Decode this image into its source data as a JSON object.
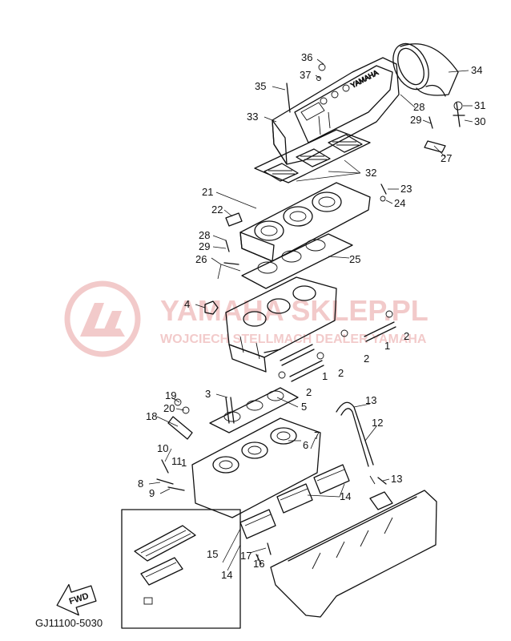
{
  "diagram_code": "GJ11100-5030",
  "fwd_label": "FWD",
  "watermark": {
    "line1": "YAMAHA SKLEP.PL",
    "line2": "WOJCIECH STELLMACH DEALER YAMAHA",
    "color": "#e8a0a0"
  },
  "callouts": [
    {
      "id": "c1a",
      "text": "1"
    },
    {
      "id": "c1b",
      "text": "1"
    },
    {
      "id": "c1c",
      "text": "1"
    },
    {
      "id": "c2a",
      "text": "2"
    },
    {
      "id": "c2b",
      "text": "2"
    },
    {
      "id": "c2c",
      "text": "2"
    },
    {
      "id": "c2d",
      "text": "2"
    },
    {
      "id": "c3",
      "text": "3"
    },
    {
      "id": "c4",
      "text": "4"
    },
    {
      "id": "c5",
      "text": "5"
    },
    {
      "id": "c6",
      "text": "6"
    },
    {
      "id": "c7",
      "text": "7"
    },
    {
      "id": "c8",
      "text": "8"
    },
    {
      "id": "c9",
      "text": "9"
    },
    {
      "id": "c10",
      "text": "10"
    },
    {
      "id": "c11",
      "text": "11"
    },
    {
      "id": "c12",
      "text": "12"
    },
    {
      "id": "c13a",
      "text": "13"
    },
    {
      "id": "c13b",
      "text": "13"
    },
    {
      "id": "c14a",
      "text": "14"
    },
    {
      "id": "c14b",
      "text": "14"
    },
    {
      "id": "c15",
      "text": "15"
    },
    {
      "id": "c16",
      "text": "16"
    },
    {
      "id": "c17",
      "text": "17"
    },
    {
      "id": "c18",
      "text": "18"
    },
    {
      "id": "c19",
      "text": "19"
    },
    {
      "id": "c20",
      "text": "20"
    },
    {
      "id": "c21",
      "text": "21"
    },
    {
      "id": "c22",
      "text": "22"
    },
    {
      "id": "c23",
      "text": "23"
    },
    {
      "id": "c24",
      "text": "24"
    },
    {
      "id": "c25",
      "text": "25"
    },
    {
      "id": "c26",
      "text": "26"
    },
    {
      "id": "c27",
      "text": "27"
    },
    {
      "id": "c28a",
      "text": "28"
    },
    {
      "id": "c28b",
      "text": "28"
    },
    {
      "id": "c29a",
      "text": "29"
    },
    {
      "id": "c29b",
      "text": "29"
    },
    {
      "id": "c30",
      "text": "30"
    },
    {
      "id": "c31",
      "text": "31"
    },
    {
      "id": "c32",
      "text": "32"
    },
    {
      "id": "c33",
      "text": "33"
    },
    {
      "id": "c34",
      "text": "34"
    },
    {
      "id": "c35",
      "text": "35"
    },
    {
      "id": "c36",
      "text": "36"
    },
    {
      "id": "c37",
      "text": "37"
    }
  ]
}
